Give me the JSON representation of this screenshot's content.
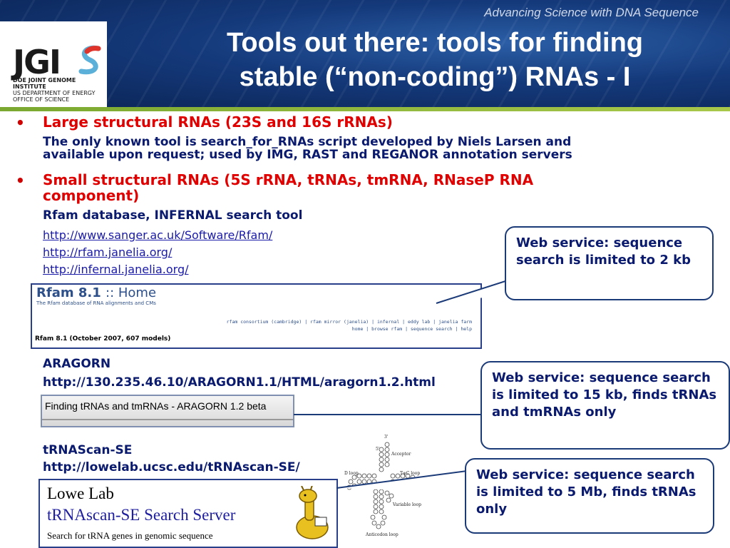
{
  "header": {
    "tagline": "Advancing Science with DNA Sequence",
    "title_line1": "Tools out there: tools for finding",
    "title_line2": "stable (“non-coding”) RNAs - I",
    "logo_text": "JGI",
    "logo_sub1": "DOE JOINT GENOME INSTITUTE",
    "logo_sub2": "US DEPARTMENT OF ENERGY",
    "logo_sub3": "OFFICE OF SCIENCE"
  },
  "bullets": [
    {
      "marker": "•",
      "text": "Large structural RNAs (23S and 16S rRNAs)"
    },
    {
      "marker": "•",
      "text_line1": "Small structural RNAs (5S rRNA, tRNAs, tmRNA, RNaseP RNA",
      "text_line2": "component)"
    }
  ],
  "large_rna_detail": {
    "line1": "The only known tool is search_for_RNAs script developed by Niels Larsen and",
    "line2": "available upon request; used by IMG, RAST and REGANOR annotation servers"
  },
  "rfam": {
    "label": "Rfam database, INFERNAL search tool",
    "links": [
      "http://www.sanger.ac.uk/Software/Rfam/",
      "http://rfam.janelia.org/",
      "http://infernal.janelia.org/"
    ]
  },
  "rfam_screenshot": {
    "title": "Rfam 8.1",
    "title_suffix": ":: Home",
    "subtitle": "The Rfam database of RNA alignments and CMs",
    "nav1": "rfam consortium (cambridge) | rfam mirror (janelia) | infernal | eddy lab | janelia farm",
    "nav2": "home | browse rfam | sequence search | help",
    "version": "Rfam 8.1 (October 2007, 607 models)"
  },
  "aragorn": {
    "name": "ARAGORN",
    "url": "http://130.235.46.10/ARAGORN1.1/HTML/aragorn1.2.html",
    "screenshot_text": "Finding tRNAs and tmRNAs - ARAGORN 1.2 beta"
  },
  "trnascan": {
    "name": "tRNAScan-SE",
    "url": "http://lowelab.ucsc.edu/tRNAscan-SE/",
    "screenshot_line1": "Lowe Lab",
    "screenshot_line2": "tRNAscan-SE Search Server",
    "screenshot_line3": "Search for tRNA genes in genomic sequence"
  },
  "trna_diagram_labels": {
    "acceptor": "Acceptor",
    "d_loop": "D loop",
    "tpsic_loop": "TψC loop",
    "variable_loop": "Variable loop",
    "anticodon_loop": "Anticodon loop",
    "five_prime": "5'",
    "three_prime": "3'"
  },
  "callouts": {
    "rfam": "Web service: sequence search is limited to 2 kb",
    "aragorn": "Web service: sequence search is limited to 15 kb, finds tRNAs and tmRNAs only",
    "trnascan": "Web service: sequence search is limited to 5 Mb, finds tRNAs only"
  },
  "colors": {
    "banner": "#14397a",
    "bullet_red": "#e00000",
    "body_navy": "#0a1a6e",
    "link_blue": "#1a1aa8",
    "accent_green": "#7aa830"
  }
}
